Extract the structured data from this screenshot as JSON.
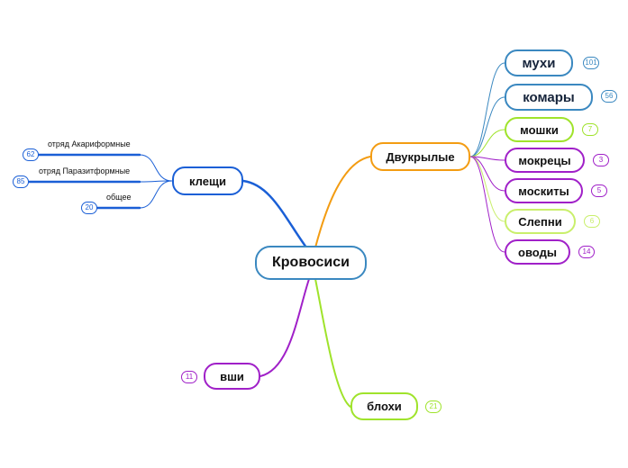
{
  "root": {
    "label": "Кровосиси"
  },
  "diptera": {
    "label": "Двукрылые",
    "color": "#f39c12",
    "children": [
      {
        "label": "мухи",
        "count": "101",
        "color": "#3a88c0"
      },
      {
        "label": "комары",
        "count": "56",
        "color": "#3a88c0"
      },
      {
        "label": "мошки",
        "count": "7",
        "color": "#9fe32b"
      },
      {
        "label": "мокрецы",
        "count": "3",
        "color": "#a020c8"
      },
      {
        "label": "москиты",
        "count": "5",
        "color": "#a020c8"
      },
      {
        "label": "Слепни",
        "count": "6",
        "color": "#c9ef6b"
      },
      {
        "label": "оводы",
        "count": "14",
        "color": "#a020c8"
      }
    ]
  },
  "ticks": {
    "label": "клещи",
    "color": "#1a5fd6",
    "children": [
      {
        "label": "отряд Акариформные",
        "count": "62"
      },
      {
        "label": "отряд Паразитформные",
        "count": "85"
      },
      {
        "label": "общее",
        "count": "20"
      }
    ]
  },
  "lice": {
    "label": "вши",
    "count": "11",
    "color": "#a020c8"
  },
  "fleas": {
    "label": "блохи",
    "count": "21",
    "color": "#9fe32b"
  }
}
